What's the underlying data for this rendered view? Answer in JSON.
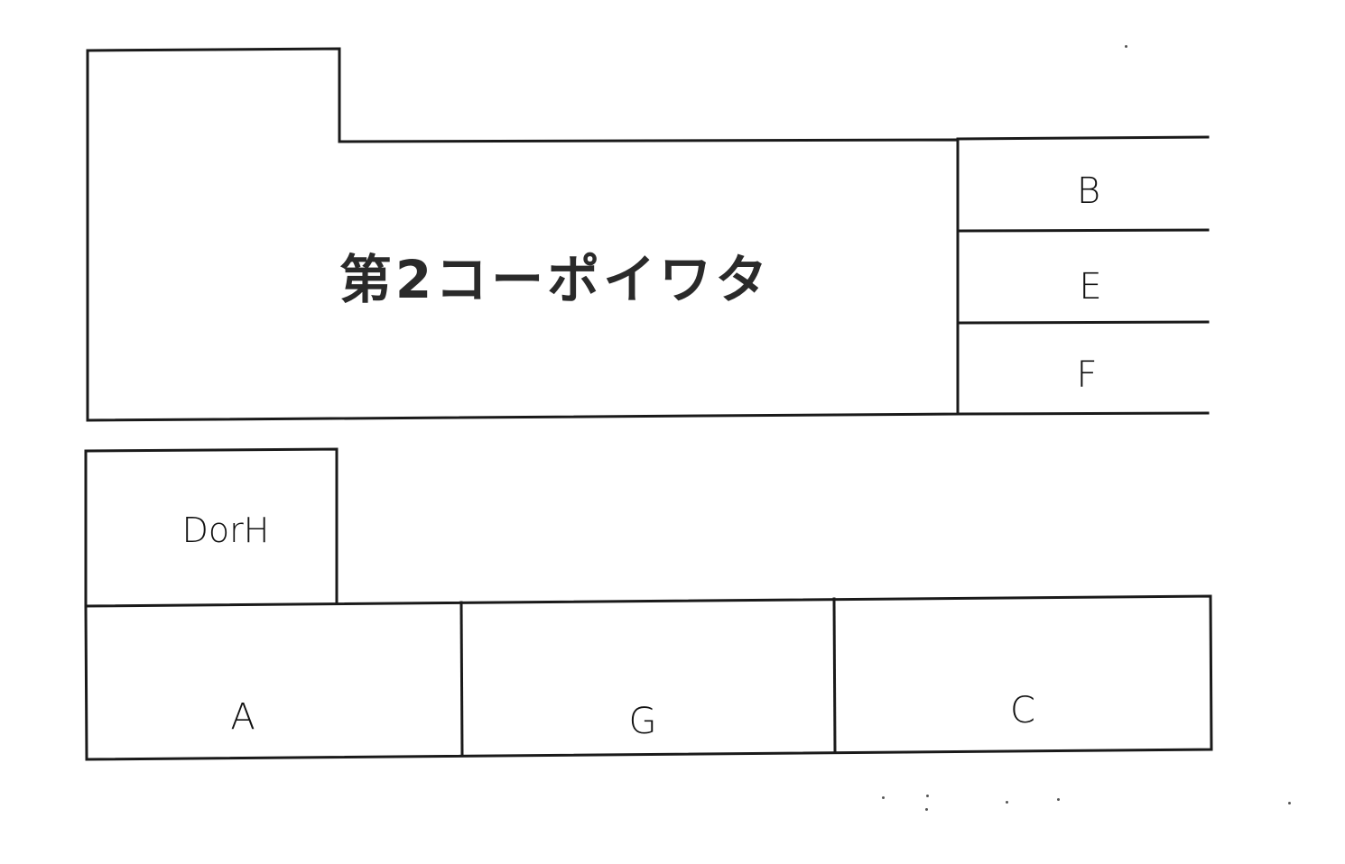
{
  "diagram": {
    "type": "parking-lot-layout",
    "building": {
      "name": "第2コーポイワタ"
    },
    "stalls": [
      {
        "id": "B",
        "label": "B",
        "position": "right-of-building-top"
      },
      {
        "id": "E",
        "label": "E",
        "position": "right-of-building-middle"
      },
      {
        "id": "F",
        "label": "F",
        "position": "right-of-building-bottom"
      },
      {
        "id": "DorH",
        "label": "DorH",
        "position": "bottom-left-upper"
      },
      {
        "id": "A",
        "label": "A",
        "position": "bottom-row-left"
      },
      {
        "id": "G",
        "label": "G",
        "position": "bottom-row-middle"
      },
      {
        "id": "C",
        "label": "C",
        "position": "bottom-row-right"
      }
    ],
    "colors": {
      "line": "#1a1a1a",
      "background": "#ffffff"
    }
  }
}
